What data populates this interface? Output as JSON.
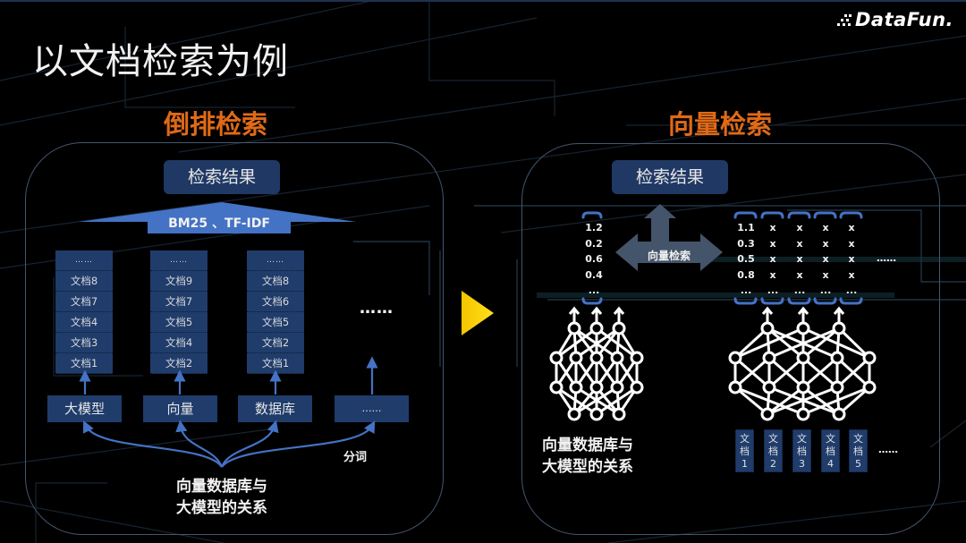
{
  "slide": {
    "title": "以文档检索为例",
    "logo": "DataFun.",
    "colors": {
      "accent_orange": "#e06a16",
      "box_blue": "#1f3c6b",
      "arrow_blue": "#4472c4",
      "play_yellow": "#ffd700",
      "panel_border": "#44566f"
    }
  },
  "inverted": {
    "section_title": "倒排检索",
    "result_label": "检索结果",
    "algorithm_label": "BM25 、TF-IDF",
    "columns": [
      {
        "cells": [
          "……",
          "文档8",
          "文档7",
          "文档4",
          "文档3",
          "文档1"
        ],
        "term": "大模型"
      },
      {
        "cells": [
          "……",
          "文档9",
          "文档7",
          "文档5",
          "文档4",
          "文档2"
        ],
        "term": "向量"
      },
      {
        "cells": [
          "……",
          "文档8",
          "文档6",
          "文档5",
          "文档2",
          "文档1"
        ],
        "term": "数据库"
      }
    ],
    "more_columns": "……",
    "more_term": "……",
    "tokenize_label": "分词",
    "query_line1": "向量数据库与",
    "query_line2": "大模型的关系"
  },
  "transition_icon": "play-arrow-icon",
  "vector": {
    "section_title": "向量检索",
    "result_label": "检索结果",
    "search_label": "向量检索",
    "query_vector": [
      "1.2",
      "0.2",
      "0.6",
      "0.4",
      "..."
    ],
    "doc_vectors": [
      [
        "1.1",
        "0.3",
        "0.5",
        "0.8",
        "..."
      ],
      [
        "x",
        "x",
        "x",
        "x",
        "..."
      ],
      [
        "x",
        "x",
        "x",
        "x",
        "..."
      ],
      [
        "x",
        "x",
        "x",
        "x",
        "..."
      ],
      [
        "x",
        "x",
        "x",
        "x",
        "..."
      ]
    ],
    "more_vectors": "……",
    "query_line1": "向量数据库与",
    "query_line2": "大模型的关系",
    "docs": [
      {
        "c1": "文",
        "c2": "档",
        "n": "1"
      },
      {
        "c1": "文",
        "c2": "档",
        "n": "2"
      },
      {
        "c1": "文",
        "c2": "档",
        "n": "3"
      },
      {
        "c1": "文",
        "c2": "档",
        "n": "4"
      },
      {
        "c1": "文",
        "c2": "档",
        "n": "5"
      }
    ],
    "more_docs": "……"
  }
}
